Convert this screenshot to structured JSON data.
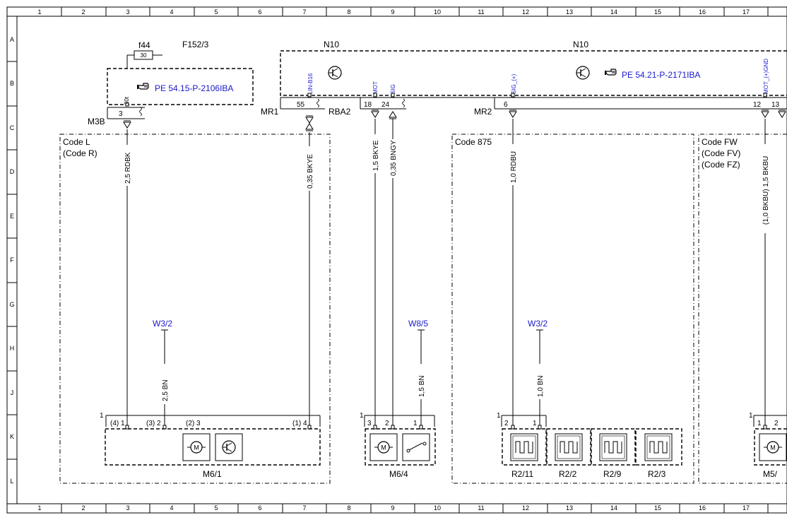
{
  "grid": {
    "columns": [
      "1",
      "2",
      "3",
      "4",
      "5",
      "6",
      "7",
      "8",
      "9",
      "10",
      "11",
      "12",
      "13",
      "14",
      "15",
      "16",
      "17"
    ],
    "rows": [
      "A",
      "B",
      "C",
      "D",
      "E",
      "F",
      "G",
      "H",
      "J",
      "K",
      "L"
    ]
  },
  "fuse": {
    "name": "f44",
    "value": "30",
    "block": "F152/3"
  },
  "connectors": {
    "m3b": "M3B",
    "mr1": "MR1",
    "rba2": "RBA2",
    "mr2": "MR2",
    "pin_3": "3",
    "pin_55": "55",
    "pin_18": "18",
    "pin_24": "24",
    "pin_6": "6",
    "pin_12": "12",
    "pin_13": "13"
  },
  "modules": {
    "n10_left": "N10",
    "n10_right": "N10"
  },
  "refs": {
    "pe_left": "PE 54.15-P-2106IBA",
    "pe_right": "PE 54.21-P-2171IBA",
    "w3_2_a": "W3/2",
    "w8_5": "W8/5",
    "w3_2_b": "W3/2"
  },
  "signals": {
    "s30t": "30t",
    "lin": "LIN-B16",
    "mot": "MOT",
    "sig": "SIG",
    "sig_plus": "SIG_(+)",
    "mot_gnd": "MOT_(+)GND"
  },
  "codes": {
    "left_1": "Code L",
    "left_2": "(Code R)",
    "mid": "Code 875",
    "right_1": "Code FW",
    "right_2": "(Code FV)",
    "right_3": "(Code FZ)"
  },
  "wires": {
    "w1": "2,5 RDBK",
    "w2": "0,35 BKYE",
    "w3": "1,5 BKYE",
    "w4": "0,35 BNGY",
    "w5": "1,0 RDBU",
    "w6": "(1,0 BKBU) 1,5 BKBU",
    "g1": "2,5 BN",
    "g2": "1,5 BN",
    "g3": "1,0 BN"
  },
  "pins": {
    "m61_con": "1",
    "m61_p4": "(4) 1",
    "m61_p3": "(3) 2",
    "m61_p2": "(2) 3",
    "m61_p1": "(1) 4",
    "m64_con": "1",
    "m64_p3": "3",
    "m64_p2": "2",
    "m64_p1": "1",
    "r211_con": "1",
    "r211_p2": "2",
    "r211_p1": "1",
    "m5_con": "1",
    "m5_p1": "1",
    "m5_p2": "2"
  },
  "components": {
    "m61": "M6/1",
    "m64": "M6/4",
    "r211": "R2/11",
    "r22": "R2/2",
    "r29": "R2/9",
    "r23": "R2/3",
    "m5": "M5/"
  },
  "colors": {
    "link": "#1a1acc",
    "line": "#000000"
  }
}
